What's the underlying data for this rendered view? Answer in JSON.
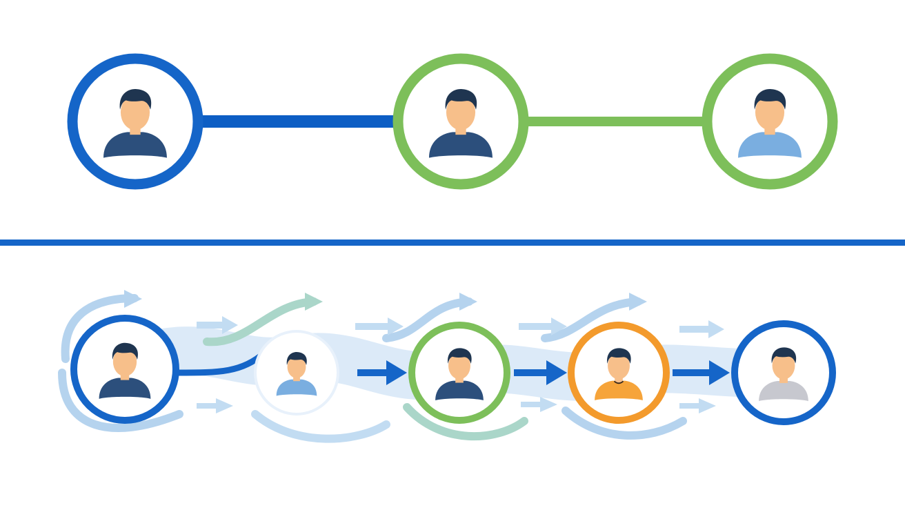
{
  "colors": {
    "background": "#ffffff",
    "blue": "#1565c8",
    "blue_dark": "#0d5ec4",
    "green": "#7dbf5a",
    "orange": "#f39a2c",
    "skin": "#f7bf8a",
    "hair": "#1f3550",
    "shirt_navy": "#2c4f7c",
    "shirt_light_blue": "#7aaee0",
    "shirt_orange": "#f6a43a",
    "shirt_gray": "#c7c8cf",
    "flow_light_blue": "#a9ccec",
    "flow_teal": "#9ccfc0",
    "divider": "#1565c8"
  },
  "diagram": {
    "top_chain": {
      "nodes": [
        {
          "ring": "blue",
          "shirt": "navy"
        },
        {
          "ring": "green",
          "shirt": "navy"
        },
        {
          "ring": "green",
          "shirt": "light_blue"
        }
      ],
      "links": [
        {
          "from": 0,
          "to": 1,
          "color": "blue"
        },
        {
          "from": 1,
          "to": 2,
          "color": "green"
        }
      ]
    },
    "bottom_chain": {
      "nodes": [
        {
          "ring": "blue",
          "shirt": "navy"
        },
        {
          "ring": "none",
          "shirt": "light_blue"
        },
        {
          "ring": "green",
          "shirt": "navy"
        },
        {
          "ring": "orange",
          "shirt": "orange"
        },
        {
          "ring": "blue",
          "shirt": "gray"
        }
      ],
      "links": [
        {
          "from": 0,
          "to": 1,
          "color": "blue"
        },
        {
          "from": 1,
          "to": 2,
          "color": "blue",
          "arrow": true
        },
        {
          "from": 2,
          "to": 3,
          "color": "blue",
          "arrow": true
        },
        {
          "from": 3,
          "to": 4,
          "color": "blue",
          "arrow": true
        }
      ]
    },
    "icons": [
      "person-icon",
      "arrow-right-icon"
    ]
  }
}
